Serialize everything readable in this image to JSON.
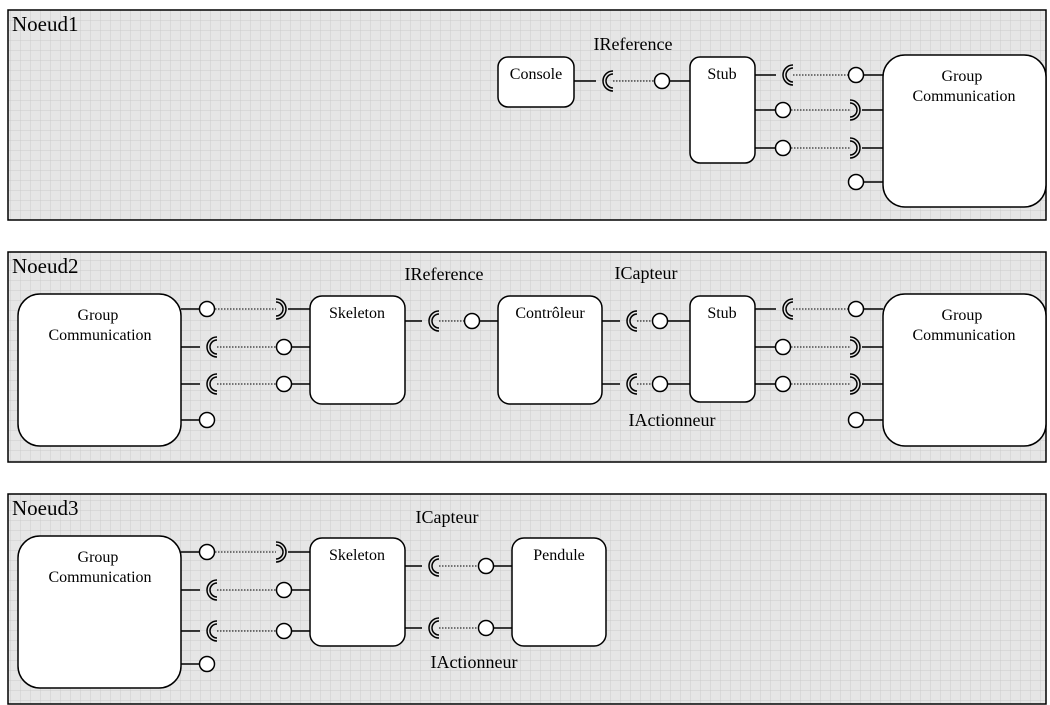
{
  "colors": {
    "background": "#e6e6e6",
    "grid": "#cccccc",
    "stroke": "#000000",
    "box_fill": "#ffffff"
  },
  "nodes": [
    {
      "title": "Noeud1",
      "components": {
        "console": "Console",
        "stub": "Stub",
        "group": [
          "Group",
          "Communication"
        ]
      },
      "interfaces": [
        "IReference"
      ]
    },
    {
      "title": "Noeud2",
      "components": {
        "group_left": [
          "Group",
          "Communication"
        ],
        "skeleton": "Skeleton",
        "controleur": "Contrôleur",
        "stub": "Stub",
        "group_right": [
          "Group",
          "Communication"
        ]
      },
      "interfaces": [
        "IReference",
        "ICapteur",
        "IActionneur"
      ]
    },
    {
      "title": "Noeud3",
      "components": {
        "group": [
          "Group",
          "Communication"
        ],
        "skeleton": "Skeleton",
        "pendule": "Pendule"
      },
      "interfaces": [
        "ICapteur",
        "IActionneur"
      ]
    }
  ]
}
